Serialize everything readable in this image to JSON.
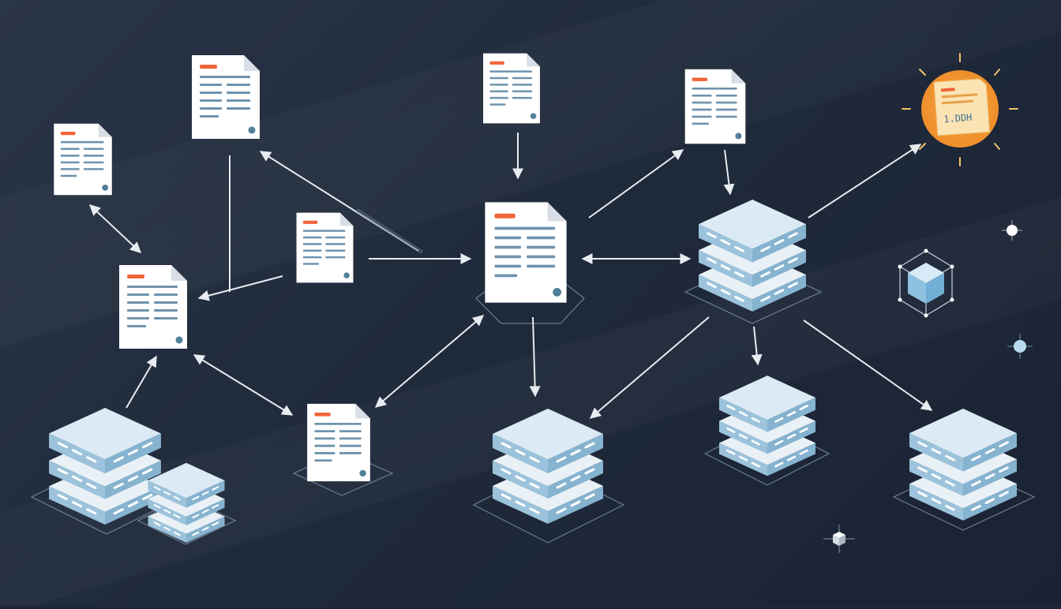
{
  "diagram": {
    "colors": {
      "background": "#1f2a3b",
      "document_paper": "#ffffff",
      "document_fold": "#d9dee6",
      "document_line": "#6f93ad",
      "document_accent": "#f2643a",
      "document_dot": "#4f7f99",
      "server_top": "#e9f1f7",
      "server_side": "#9cc3db",
      "server_light": "#ffffff",
      "server_stroke": "#4f7f99",
      "arrow": "#e8ecf1",
      "highlight": "#f5a54a",
      "highlight_dark": "#ee8f2a"
    },
    "highlight_label": "1.DDH",
    "node_types": [
      "document",
      "server-stack",
      "highlighted-document",
      "cube-icon",
      "sparkle-node"
    ]
  }
}
